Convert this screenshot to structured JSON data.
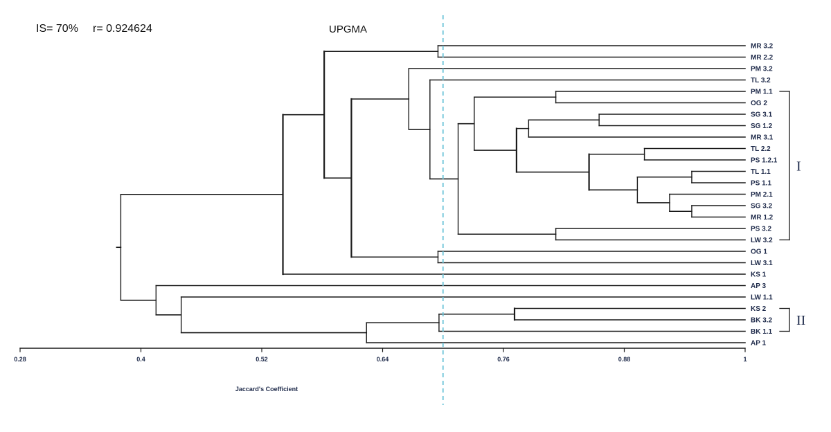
{
  "header": {
    "is_text": "IS= 70%",
    "r_text": "r= 0.924624",
    "method": "UPGMA"
  },
  "colors": {
    "line": "#1a1a1a",
    "label": "#1e2a4a",
    "cutoff": "#6cc4d8"
  },
  "chart_data": {
    "type": "dendrogram",
    "method": "UPGMA",
    "xlabel": "Jaccard's Coefficient",
    "xlim": [
      0.28,
      1
    ],
    "ticks": [
      "0.28",
      "0.4",
      "0.52",
      "0.64",
      "0.76",
      "0.88",
      "1"
    ],
    "cutoff": 0.7,
    "leaves": [
      "MR 3.2",
      "MR 2.2",
      "PM 3.2",
      "TL 3.2",
      "PM 1.1",
      "OG 2",
      "SG 3.1",
      "SG 1.2",
      "MR 3.1",
      "TL 2.2",
      "PS 1.2.1",
      "TL 1.1",
      "PS 1.1",
      "PM 2.1",
      "SG 3.2",
      "MR 1.2",
      "PS 3.2",
      "LW 3.2",
      "OG 1",
      "LW 3.1",
      "KS 1",
      "AP 3",
      "LW 1.1",
      "KS 2",
      "BK 3.2",
      "BK 1.1",
      "AP 1"
    ],
    "merges": [
      {
        "children": [
          "MR 3.2",
          "MR 2.2"
        ],
        "height": 0.695
      },
      {
        "children": [
          "PM 1.1",
          "OG 2"
        ],
        "height": 0.812
      },
      {
        "children": [
          "SG 3.1",
          "SG 1.2"
        ],
        "height": 0.855
      },
      {
        "children": [
          "PS 1.2.1",
          "TL 2.2"
        ],
        "height": 0.9
      },
      {
        "children": [
          "TL 1.1",
          "PS 1.1"
        ],
        "height": 0.947
      },
      {
        "children": [
          "SG 3.2",
          "MR 1.2"
        ],
        "height": 0.947
      },
      {
        "children": [
          "PM 2.1",
          [
            "SG 3.2",
            "MR 1.2"
          ]
        ],
        "height": 0.925
      },
      {
        "children": [
          [
            "TL 1.1",
            "PS 1.1"
          ],
          [
            "PM 2.1",
            "SG 3.2",
            "MR 1.2"
          ]
        ],
        "height": 0.893
      },
      {
        "children": [
          [
            "TL 2.2",
            "PS 1.2.1"
          ],
          [
            "TL 1.1",
            "PS 1.1",
            "PM 2.1",
            "SG 3.2",
            "MR 1.2"
          ]
        ],
        "height": 0.845
      },
      {
        "children": [
          [
            "SG 3.1",
            "SG 1.2"
          ],
          "MR 3.1"
        ],
        "height": 0.785
      },
      {
        "children": [
          [
            "SG 3.1",
            "SG 1.2",
            "MR 3.1"
          ],
          [
            "TL 2.2",
            "PS 1.2.1",
            "TL 1.1",
            "PS 1.1",
            "PM 2.1",
            "SG 3.2",
            "MR 1.2"
          ]
        ],
        "height": 0.773
      },
      {
        "children": [
          [
            "PM 1.1",
            "OG 2"
          ],
          "cluster"
        ],
        "height": 0.731
      },
      {
        "children": [
          "PS 3.2",
          "LW 3.2"
        ],
        "height": 0.812
      },
      {
        "children": [
          "cluster",
          [
            "PS 3.2",
            "LW 3.2"
          ]
        ],
        "height": 0.715
      },
      {
        "children": [
          "TL 3.2",
          "cluster"
        ],
        "height": 0.687
      },
      {
        "children": [
          "PM 3.2",
          "cluster"
        ],
        "height": 0.666
      },
      {
        "children": [
          "OG 1",
          "LW 3.1"
        ],
        "height": 0.695
      },
      {
        "children": [
          "cluster",
          [
            "OG 1",
            "LW 3.1"
          ]
        ],
        "height": 0.609
      },
      {
        "children": [
          [
            "MR 3.2",
            "MR 2.2"
          ],
          "cluster"
        ],
        "height": 0.582
      },
      {
        "children": [
          "cluster",
          "KS 1"
        ],
        "height": 0.541
      },
      {
        "children": [
          "KS 2",
          "BK 3.2"
        ],
        "height": 0.771
      },
      {
        "children": [
          [
            "KS 2",
            "BK 3.2"
          ],
          "BK 1.1"
        ],
        "height": 0.696
      },
      {
        "children": [
          [
            "KS 2",
            "BK 3.2",
            "BK 1.1"
          ],
          "AP 1"
        ],
        "height": 0.624
      },
      {
        "children": [
          "LW 1.1",
          "cluster"
        ],
        "height": 0.44
      },
      {
        "children": [
          "AP 3",
          "cluster"
        ],
        "height": 0.415
      },
      {
        "children": [
          "cluster",
          "cluster"
        ],
        "height": 0.38
      }
    ],
    "groups": [
      {
        "label": "I",
        "from": "PM 1.1",
        "to": "LW 3.2"
      },
      {
        "label": "II",
        "from": "KS 2",
        "to": "BK 1.1"
      }
    ]
  }
}
